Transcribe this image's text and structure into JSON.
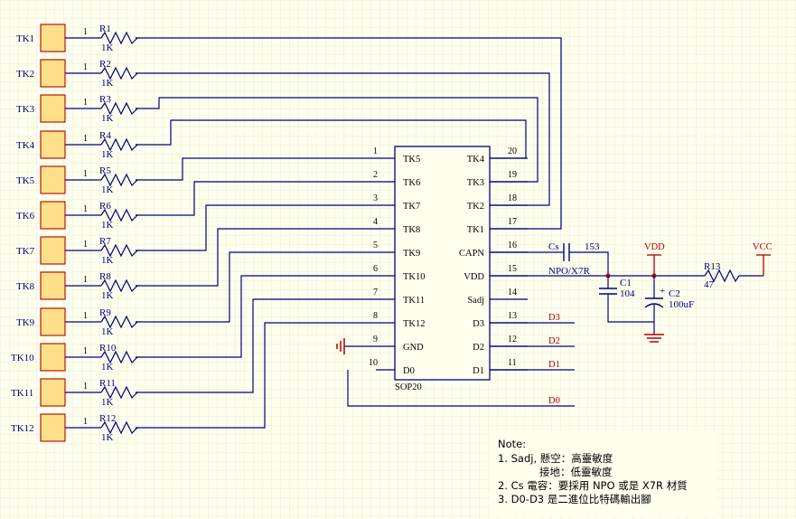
{
  "keys": [
    {
      "label": "TK1",
      "res": "R1",
      "val": "1K",
      "pin": "1"
    },
    {
      "label": "TK2",
      "res": "R2",
      "val": "1K",
      "pin": "1"
    },
    {
      "label": "TK3",
      "res": "R3",
      "val": "1K",
      "pin": "1"
    },
    {
      "label": "TK4",
      "res": "R4",
      "val": "1K",
      "pin": "1"
    },
    {
      "label": "TK5",
      "res": "R5",
      "val": "1K",
      "pin": "1"
    },
    {
      "label": "TK6",
      "res": "R6",
      "val": "1K",
      "pin": "1"
    },
    {
      "label": "TK7",
      "res": "R7",
      "val": "1K",
      "pin": "1"
    },
    {
      "label": "TK8",
      "res": "R8",
      "val": "1K",
      "pin": "1"
    },
    {
      "label": "TK9",
      "res": "R9",
      "val": "1K",
      "pin": "1"
    },
    {
      "label": "TK10",
      "res": "R10",
      "val": "1K",
      "pin": "1"
    },
    {
      "label": "TK11",
      "res": "R11",
      "val": "1K",
      "pin": "1"
    },
    {
      "label": "TK12",
      "res": "R12",
      "val": "1K",
      "pin": "1"
    }
  ],
  "ic": {
    "name": "SOP20",
    "left": [
      {
        "num": "1",
        "name": "TK5"
      },
      {
        "num": "2",
        "name": "TK6"
      },
      {
        "num": "3",
        "name": "TK7"
      },
      {
        "num": "4",
        "name": "TK8"
      },
      {
        "num": "5",
        "name": "TK9"
      },
      {
        "num": "6",
        "name": "TK10"
      },
      {
        "num": "7",
        "name": "TK11"
      },
      {
        "num": "8",
        "name": "TK12"
      },
      {
        "num": "9",
        "name": "GND"
      },
      {
        "num": "10",
        "name": "D0"
      }
    ],
    "right": [
      {
        "num": "20",
        "name": "TK4"
      },
      {
        "num": "19",
        "name": "TK3"
      },
      {
        "num": "18",
        "name": "TK2"
      },
      {
        "num": "17",
        "name": "TK1"
      },
      {
        "num": "16",
        "name": "CAPN"
      },
      {
        "num": "15",
        "name": "VDD"
      },
      {
        "num": "14",
        "name": "Sadj"
      },
      {
        "num": "13",
        "name": "D3"
      },
      {
        "num": "12",
        "name": "D2"
      },
      {
        "num": "11",
        "name": "D1"
      }
    ]
  },
  "nets": {
    "d3": "D3",
    "d2": "D2",
    "d1": "D1",
    "d0": "D0"
  },
  "cs": {
    "name": "Cs",
    "value": "153",
    "type": "NPO/X7R"
  },
  "c1": {
    "name": "C1",
    "value": "104"
  },
  "c2": {
    "name": "C2",
    "value": "100uF",
    "plus": "+"
  },
  "r13": {
    "name": "R13",
    "value": "47"
  },
  "power": {
    "vdd": "VDD",
    "vcc": "VCC"
  },
  "note": {
    "title": "Note:",
    "line1": "1. Sadj, 懸空：高靈敏度",
    "line1b": "接地：低靈敏度",
    "line2": "2. Cs 電容：要採用 NPO 或是 X7R 材質",
    "line3": "3. D0-D3 是二進位比特碼輸出腳"
  },
  "colors": {
    "wire": "#000080",
    "part": "#B00000",
    "pad": "#FFE088",
    "bg": "#FFFFEE"
  }
}
